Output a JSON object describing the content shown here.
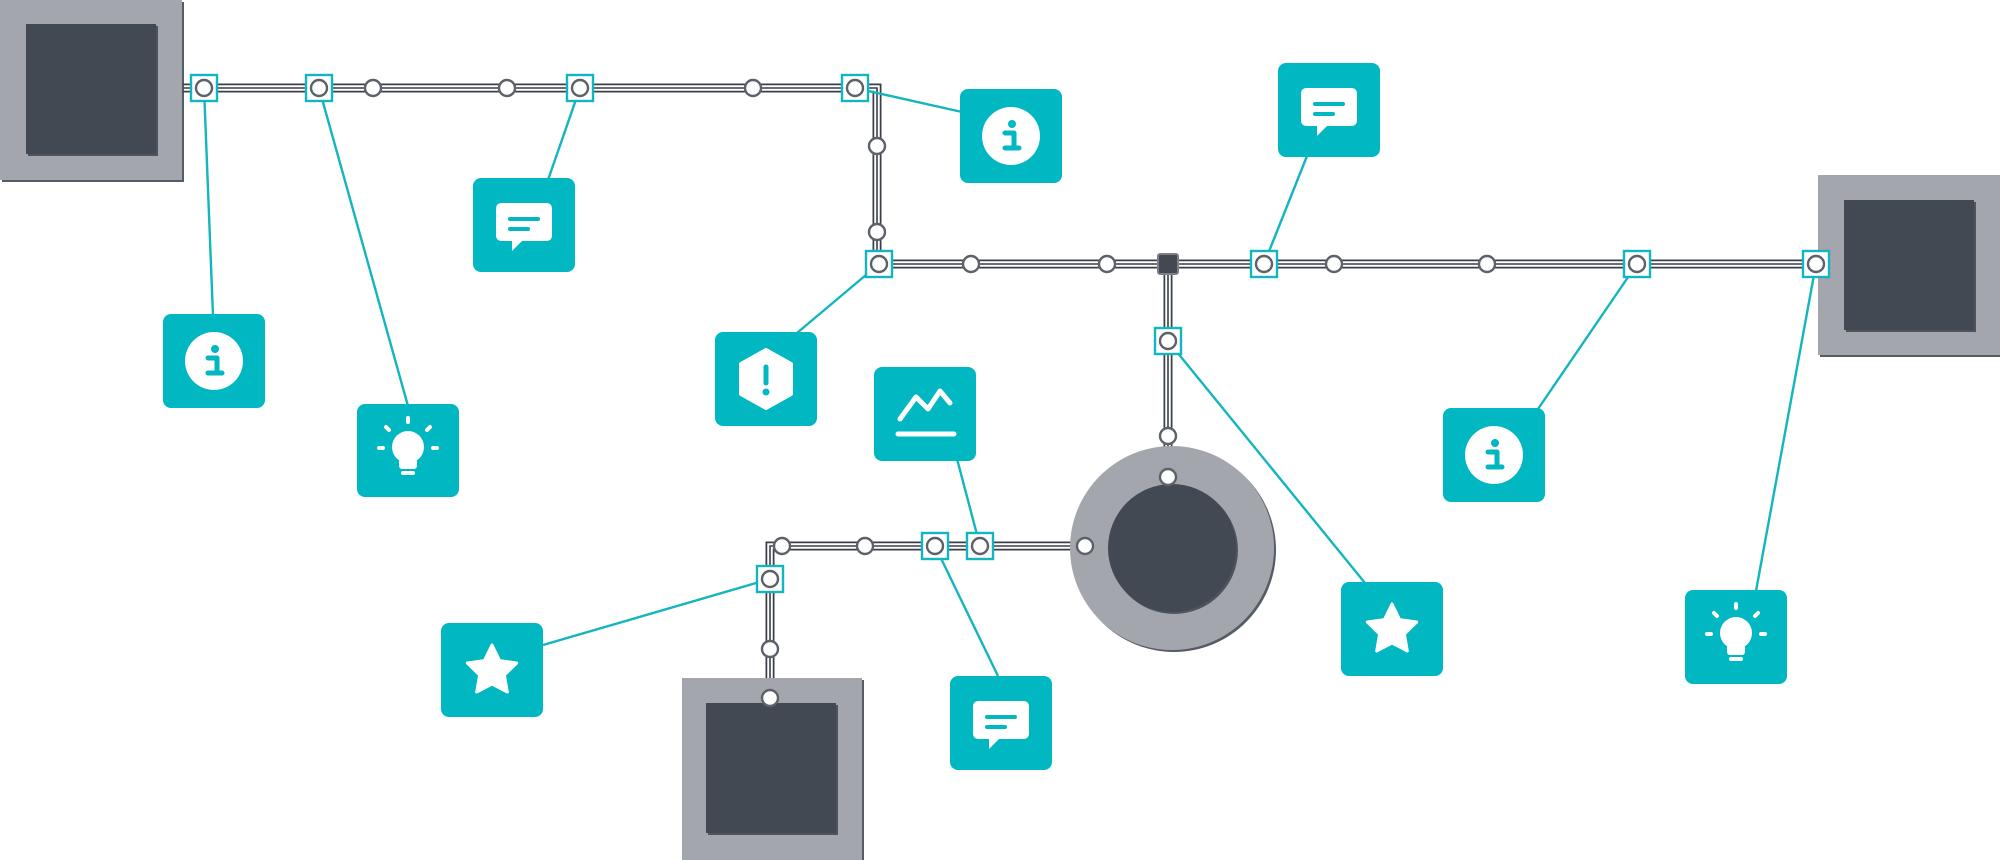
{
  "colors": {
    "accent": "#00b7c2",
    "connector": "#13b5be",
    "node_outer": "#a3a6ad",
    "node_inner": "#434852",
    "pipe": "#3a3f48",
    "background": "#ffffff"
  },
  "nodes": [
    {
      "id": "node-top-left",
      "shape": "square"
    },
    {
      "id": "node-right",
      "shape": "square"
    },
    {
      "id": "node-bottom",
      "shape": "square"
    },
    {
      "id": "node-center",
      "shape": "circle"
    }
  ],
  "annotations": [
    {
      "id": "a1",
      "icon": "info-icon"
    },
    {
      "id": "a2",
      "icon": "lightbulb-icon"
    },
    {
      "id": "a3",
      "icon": "speech-bubble-icon"
    },
    {
      "id": "a4",
      "icon": "info-icon"
    },
    {
      "id": "a5",
      "icon": "alert-hexagon-icon"
    },
    {
      "id": "a6",
      "icon": "speech-bubble-icon"
    },
    {
      "id": "a7",
      "icon": "line-chart-icon"
    },
    {
      "id": "a8",
      "icon": "info-icon"
    },
    {
      "id": "a9",
      "icon": "star-icon"
    },
    {
      "id": "a10",
      "icon": "star-icon"
    },
    {
      "id": "a11",
      "icon": "speech-bubble-icon"
    },
    {
      "id": "a12",
      "icon": "lightbulb-icon"
    }
  ]
}
